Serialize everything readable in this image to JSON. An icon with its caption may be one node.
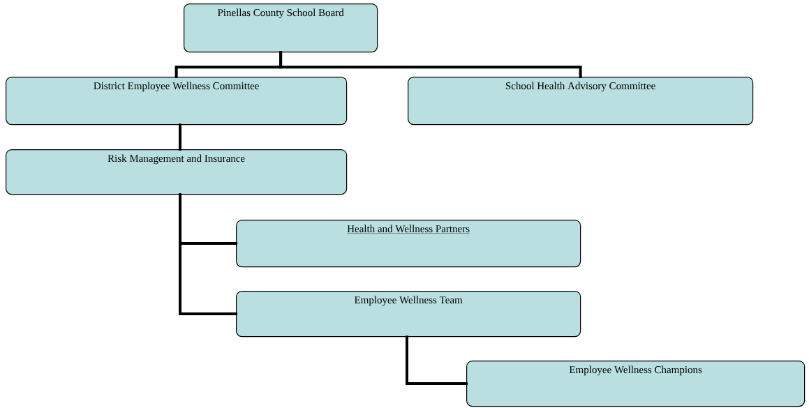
{
  "diagram": {
    "nodes": [
      {
        "text": [
          "Pinellas County School Board"
        ]
      },
      {
        "text": [
          "District Employee Wellness Committee"
        ]
      },
      {
        "text": [
          "School Health Advisory Committee"
        ]
      },
      {
        "text": [
          "Risk Management and Insurance"
        ]
      },
      {
        "text": [
          "Health and Wellness Partners"
        ]
      },
      {
        "text": [
          "Employee Wellness Team"
        ]
      },
      {
        "text": [
          "Employee Wellness Champions"
        ]
      }
    ],
    "edges": [
      {
        "from": 0,
        "to": 1,
        "arrow": "none"
      },
      {
        "from": 0,
        "to": 2,
        "arrow": "none"
      },
      {
        "from": 1,
        "to": 3,
        "arrow": "none"
      },
      {
        "from": 3,
        "to": 4,
        "arrow": "none"
      },
      {
        "from": 3,
        "to": 5,
        "arrow": "none"
      },
      {
        "from": 5,
        "to": 6,
        "arrow": "none"
      }
    ]
  }
}
